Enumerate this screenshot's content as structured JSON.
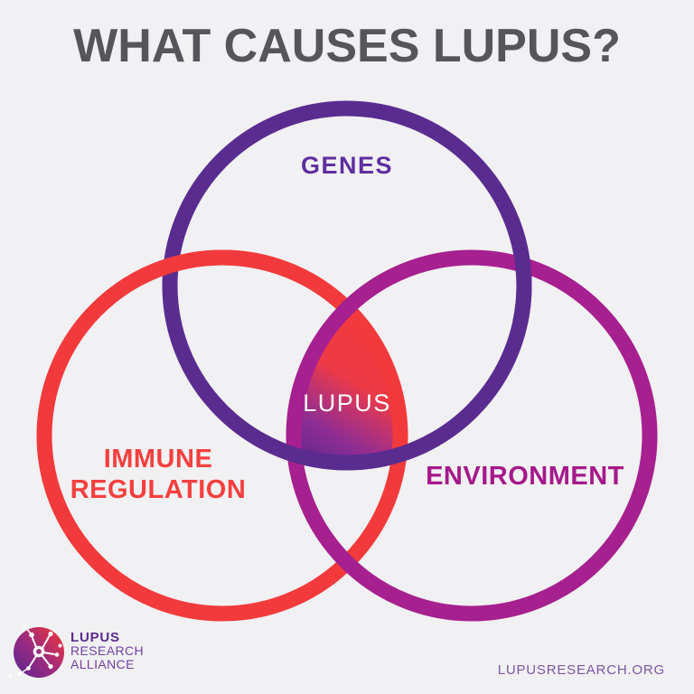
{
  "title": "WHAT CAUSES LUPUS?",
  "venn": {
    "circles": [
      {
        "id": "genes",
        "label": "GENES",
        "color": "#5a2c90"
      },
      {
        "id": "immune-regulation",
        "label": "IMMUNE REGULATION",
        "label_lines": [
          "IMMUNE",
          "REGULATION"
        ],
        "color": "#f23a3c"
      },
      {
        "id": "environment",
        "label": "ENVIRONMENT",
        "color": "#a5198b"
      }
    ],
    "intersection": {
      "label": "LUPUS",
      "text_color": "#ffffff",
      "gradient_top_color": "#f23a3c",
      "gradient_bottom_color": "#66298f"
    }
  },
  "footer": {
    "logo": {
      "lines": [
        "LUPUS",
        "RESEARCH",
        "ALLIANCE"
      ]
    },
    "website": "LUPUSRESEARCH.ORG"
  },
  "colors": {
    "background": "#f1f0f2",
    "title": "#55565b",
    "genes": "#5a2c90",
    "genes_text": "#5e2f9f",
    "immune": "#f23a3c",
    "immune_text": "#f4403f",
    "environment": "#a6208f",
    "environment_text": "#a5198b",
    "logo_lupus": "#5b2c90",
    "logo_sub": "#7040a3",
    "url": "#7b56a7"
  }
}
